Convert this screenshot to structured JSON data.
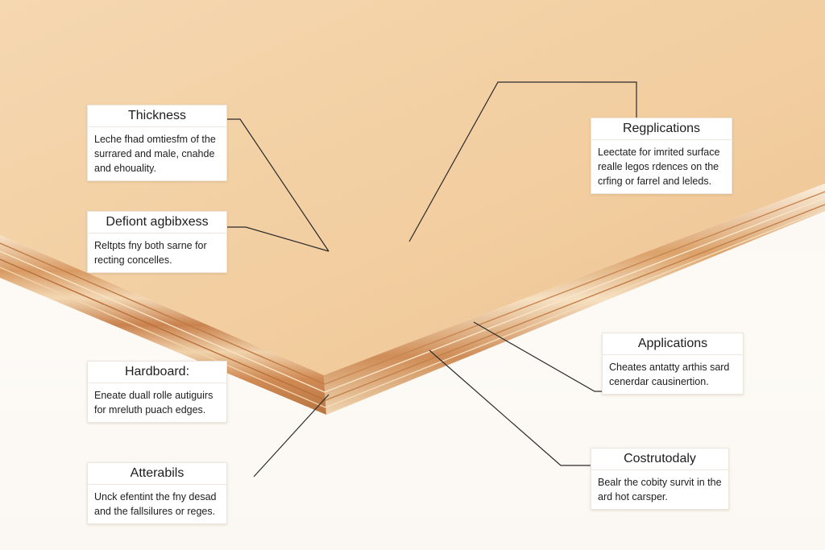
{
  "colors": {
    "board_top": "#f3cfa3",
    "board_edge_dark": "#c9824e",
    "board_edge_light": "#f4dcbb",
    "leader_line": "#2b2b2b",
    "label_bg": "#ffffff"
  },
  "labels": {
    "thickness": {
      "title": "Thickness",
      "desc": "Leche fhad omtiesfm of the\nsurrared and male, cnahde\nand ehouality."
    },
    "defiont": {
      "title": "Defiont agbibxess",
      "desc": "Reltpts fny both sarne for\nrecting concelles."
    },
    "hardboard": {
      "title": "Hardboard:",
      "desc": "Eneate duall rolle autiguirs\nfor mreluth puach edges."
    },
    "atterabils": {
      "title": "Atterabils",
      "desc": "Unck efentint the fny desad\nand the fallsilures or reges."
    },
    "regplications": {
      "title": "Regplications",
      "desc": "Leectate for imrited surface\nrealle legos rdences on the\ncrfing or farrel and leleds."
    },
    "applications": {
      "title": "Applications",
      "desc": "Cheates antatty arthis sard\ncenerdar causinertion."
    },
    "costrutodaly": {
      "title": "Costrutodaly",
      "desc": "Bealr the cobity survit in the\nard hot carsper."
    }
  }
}
